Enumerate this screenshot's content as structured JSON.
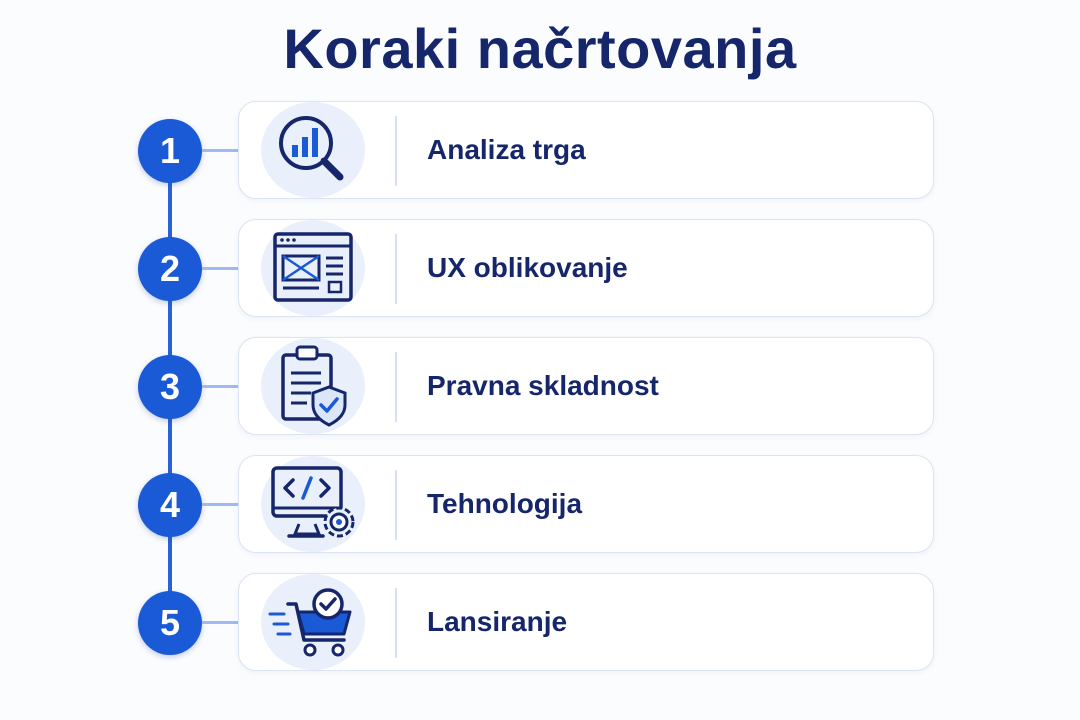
{
  "title": "Koraki načrtovanja",
  "colors": {
    "navy": "#16266a",
    "accent": "#1a5ad6",
    "icon_bg": "#e9f0fb"
  },
  "steps": [
    {
      "number": "1",
      "label": "Analiza trga",
      "icon": "market-analysis-icon"
    },
    {
      "number": "2",
      "label": "UX oblikovanje",
      "icon": "ux-wireframe-icon"
    },
    {
      "number": "3",
      "label": "Pravna skladnost",
      "icon": "legal-compliance-icon"
    },
    {
      "number": "4",
      "label": "Tehnologija",
      "icon": "technology-code-icon"
    },
    {
      "number": "5",
      "label": "Lansiranje",
      "icon": "launch-cart-icon"
    }
  ]
}
